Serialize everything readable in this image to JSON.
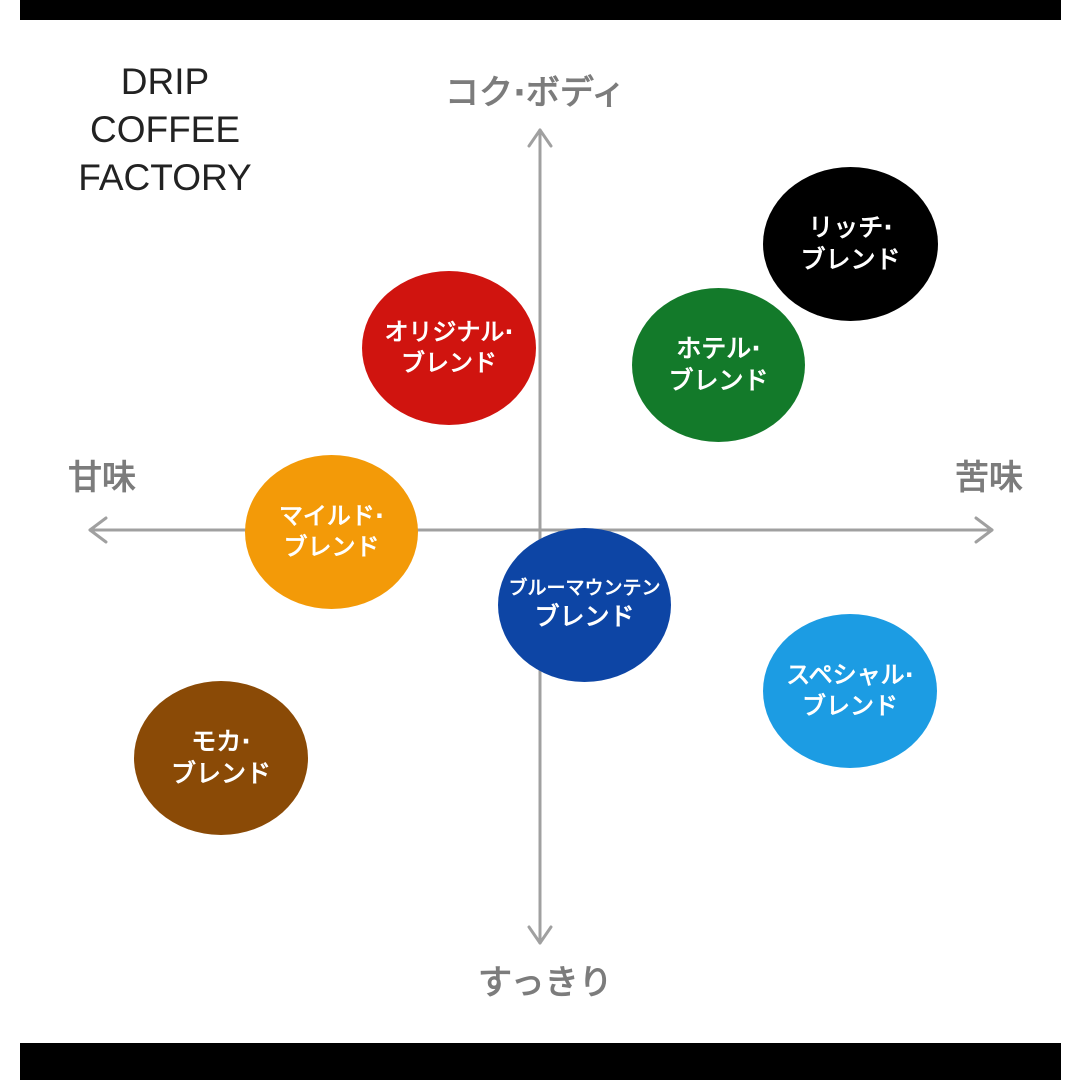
{
  "brand": {
    "lines": [
      "DRIP",
      "COFFEE",
      "FACTORY"
    ]
  },
  "axes": {
    "top": "コク·ボディ",
    "bottom": "すっきり",
    "left": "甘味",
    "right": "苦味"
  },
  "blends": [
    {
      "line1": "リッチ·",
      "line2": "ブレンド",
      "color": "#000000"
    },
    {
      "line1": "オリジナル·",
      "line2": "ブレンド",
      "color": "#d0140f"
    },
    {
      "line1": "ホテル·",
      "line2": "ブレンド",
      "color": "#137a2a"
    },
    {
      "line1": "マイルド·",
      "line2": "ブレンド",
      "color": "#f39a08"
    },
    {
      "line1": "ブルーマウンテン",
      "line2": "ブレンド",
      "color": "#0d45a5"
    },
    {
      "line1": "スペシャル·",
      "line2": "ブレンド",
      "color": "#1c9ce3"
    },
    {
      "line1": "モカ·",
      "line2": "ブレンド",
      "color": "#8a4a06"
    }
  ]
}
